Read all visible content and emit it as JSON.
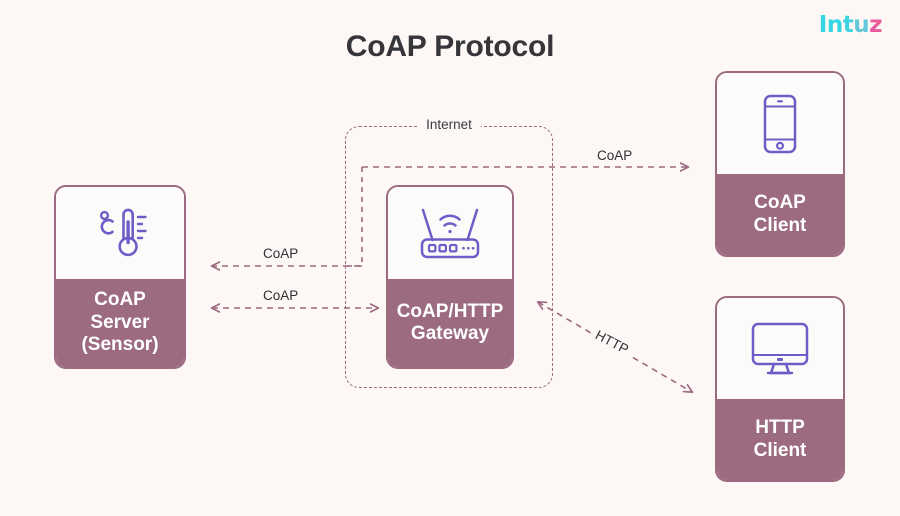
{
  "page": {
    "title": "CoAP Protocol",
    "background_color": "#fdf8f6",
    "accent_color": "#9c6b80",
    "icon_color": "#6b5fc7",
    "title_color": "#35353a"
  },
  "logo": {
    "name": "Intuz",
    "part_in": "In",
    "part_t": "t",
    "part_u": "u",
    "part_z": "z",
    "primary_color": "#35d6e3",
    "accent_color": "#e85a9c"
  },
  "nodes": [
    {
      "id": "coap-server",
      "icon": "thermometer-icon",
      "label_lines": [
        "CoAP",
        "Server",
        "(Sensor)"
      ],
      "line1": "CoAP",
      "line2": "Server",
      "line3": "(Sensor)"
    },
    {
      "id": "coap-http-gateway",
      "icon": "router-icon",
      "label_lines": [
        "CoAP/HTTP",
        "Gateway"
      ],
      "line1": "CoAP/HTTP",
      "line2": "Gateway"
    },
    {
      "id": "coap-client",
      "icon": "smartphone-icon",
      "label_lines": [
        "CoAP",
        "Client"
      ],
      "line1": "CoAP",
      "line2": "Client"
    },
    {
      "id": "http-client",
      "icon": "monitor-icon",
      "label_lines": [
        "HTTP",
        "Client"
      ],
      "line1": "HTTP",
      "line2": "Client"
    }
  ],
  "internet": {
    "label": "Internet"
  },
  "connections": [
    {
      "id": "gateway-to-server-top",
      "label": "CoAP",
      "direction": "left",
      "style": "dashed",
      "from": "coap-http-gateway",
      "to": "coap-server"
    },
    {
      "id": "gateway-to-server-bottom",
      "label": "CoAP",
      "direction": "bidirectional",
      "style": "dashed",
      "from": "coap-http-gateway",
      "to": "coap-server"
    },
    {
      "id": "gateway-to-coap-client",
      "label": "CoAP",
      "direction": "right",
      "style": "dashed",
      "from": "coap-http-gateway",
      "to": "coap-client"
    },
    {
      "id": "gateway-to-http-client",
      "label": "HTTP",
      "direction": "bidirectional",
      "style": "dashed",
      "from": "coap-http-gateway",
      "to": "http-client"
    }
  ]
}
